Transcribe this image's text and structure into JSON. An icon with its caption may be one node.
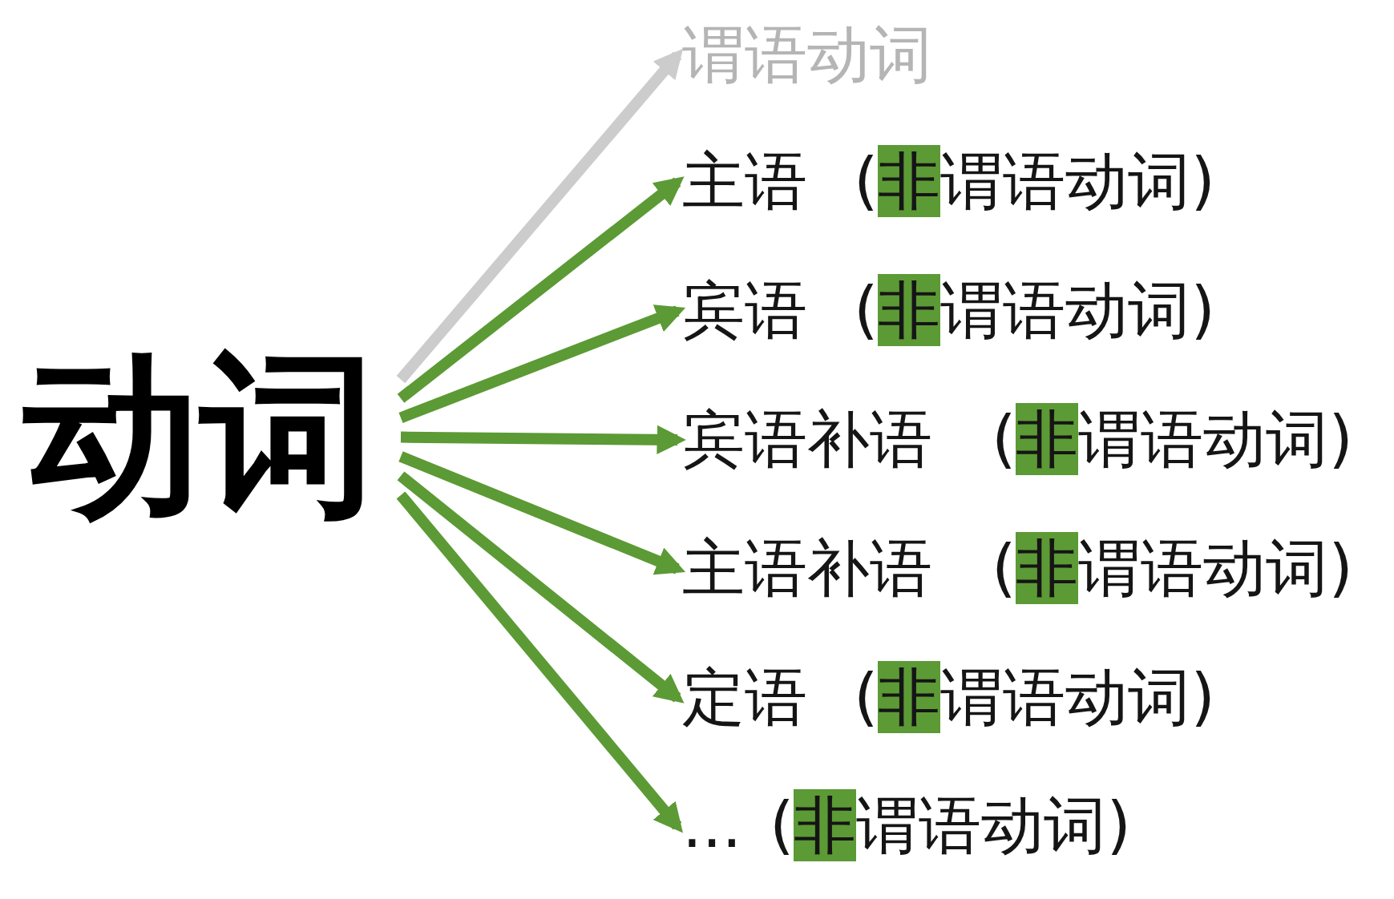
{
  "diagram": {
    "nodes": [
      {
        "text": [
          "动词"
        ]
      },
      {
        "text": [
          "谓语动词"
        ]
      },
      {
        "text": [
          "主语",
          "(**非**谓语动词)"
        ]
      },
      {
        "text": [
          "宾语",
          "(**非**谓语动词)"
        ]
      },
      {
        "text": [
          "宾语补语",
          "(**非**谓语动词)"
        ]
      },
      {
        "text": [
          "主语补语",
          "(**非**谓语动词)"
        ]
      },
      {
        "text": [
          "定语",
          "(**非**谓语动词)"
        ]
      },
      {
        "text": [
          "...",
          "(**非**谓语动词)"
        ]
      }
    ],
    "edges": [
      {
        "from": 0,
        "to": 1,
        "arrow": "to",
        "color": "#cccccc"
      },
      {
        "from": 0,
        "to": 2,
        "arrow": "to"
      },
      {
        "from": 0,
        "to": 3,
        "arrow": "to"
      },
      {
        "from": 0,
        "to": 4,
        "arrow": "to"
      },
      {
        "from": 0,
        "to": 5,
        "arrow": "to"
      },
      {
        "from": 0,
        "to": 6,
        "arrow": "to"
      },
      {
        "from": 0,
        "to": 7,
        "arrow": "to"
      }
    ]
  }
}
